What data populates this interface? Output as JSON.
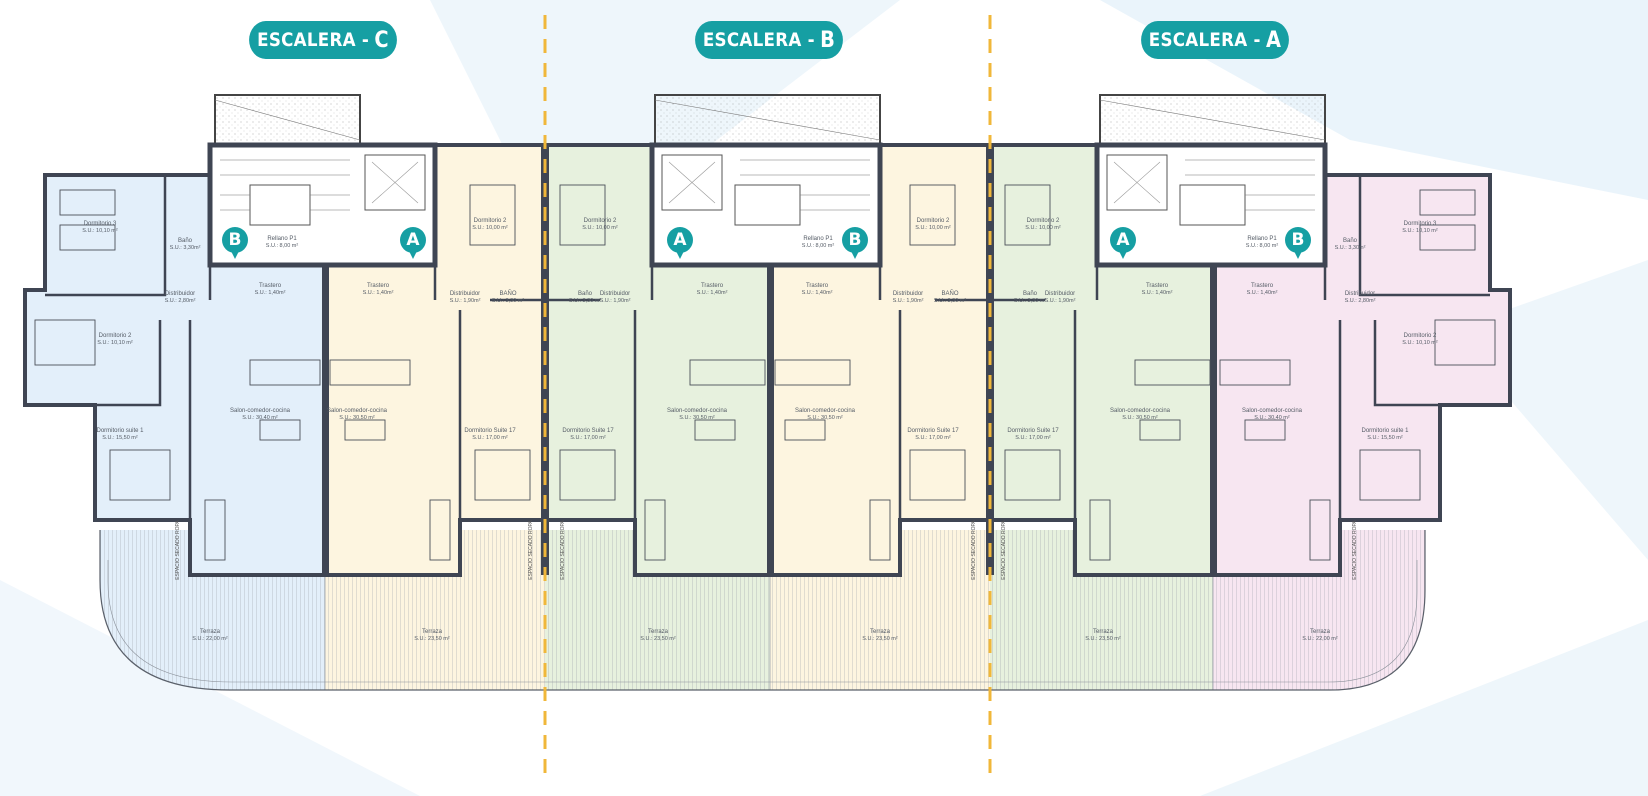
{
  "headers": [
    {
      "prefix": "ESCALERA -",
      "letter": "C"
    },
    {
      "prefix": "ESCALERA -",
      "letter": "B"
    },
    {
      "prefix": "ESCALERA -",
      "letter": "A"
    }
  ],
  "colors": {
    "blue": "#e3effa",
    "yellow": "#fdf5e0",
    "green": "#e7f1de",
    "pink": "#f7e6f1",
    "wall": "#3f4553",
    "accent": "#169fa3",
    "divider": "#f0b73a"
  },
  "cores": [
    {
      "label": "Rellano P1",
      "area": "S.U.: 8,00 m²",
      "markers": [
        "B",
        "A"
      ]
    },
    {
      "label": "Rellano P1",
      "area": "S.U.: 8,00 m²",
      "markers": [
        "A",
        "B"
      ]
    },
    {
      "label": "Rellano P1",
      "area": "S.U.: 8,00 m²",
      "markers": [
        "A",
        "B"
      ]
    }
  ],
  "drying_label": "ESPACIO SECADO ROPA",
  "units": [
    {
      "color": "blue",
      "rooms": [
        {
          "name": "Dormitorio 3",
          "area": "S.U.: 10,10 m²"
        },
        {
          "name": "Baño",
          "area": "S.U.: 3,30m²"
        },
        {
          "name": "Distribuidor",
          "area": "S.U.: 2,80m²"
        },
        {
          "name": "Dormitorio 2",
          "area": "S.U.: 10,10 m²"
        },
        {
          "name": "Dormitorio suite 1",
          "area": "S.U.: 15,50 m²"
        },
        {
          "name": "Trastero",
          "area": "S.U.: 1,40m²"
        },
        {
          "name": "Salon-comedor-cocina",
          "area": "S.U.: 30,40 m²"
        },
        {
          "name": "Terraza",
          "area": "S.U.: 22,00 m²"
        }
      ]
    },
    {
      "color": "yellow",
      "rooms": [
        {
          "name": "Trastero",
          "area": "S.U.: 1,40m²"
        },
        {
          "name": "Salon-comedor-cocina",
          "area": "S.U.: 30,50 m²"
        },
        {
          "name": "Distribuidor",
          "area": "S.U.: 1,90m²"
        },
        {
          "name": "BAÑO",
          "area": "S.U.: 3,30 m²"
        },
        {
          "name": "Dormitorio 2",
          "area": "S.U.: 10,00 m²"
        },
        {
          "name": "Dormitorio Suite 17",
          "area": "S.U.: 17,00 m²"
        },
        {
          "name": "Terraza",
          "area": "S.U.: 23,50 m²"
        }
      ]
    },
    {
      "color": "green",
      "rooms": [
        {
          "name": "Dormitorio 2",
          "area": "S.U.: 10,00 m²"
        },
        {
          "name": "Baño",
          "area": "S.U.: 3,30 m²"
        },
        {
          "name": "Distribuidor",
          "area": "S.U.: 1,90m²"
        },
        {
          "name": "Dormitorio Suite 17",
          "area": "S.U.: 17,00 m²"
        },
        {
          "name": "Trastero",
          "area": "S.U.: 1,40m²"
        },
        {
          "name": "Salon-comedor-cocina",
          "area": "S.U.: 30,50 m²"
        },
        {
          "name": "Terraza",
          "area": "S.U.: 23,50 m²"
        }
      ]
    },
    {
      "color": "yellow",
      "rooms": [
        {
          "name": "Trastero",
          "area": "S.U.: 1,40m²"
        },
        {
          "name": "Salon-comedor-cocina",
          "area": "S.U.: 30,50 m²"
        },
        {
          "name": "Distribuidor",
          "area": "S.U.: 1,90m²"
        },
        {
          "name": "BAÑO",
          "area": "S.U.: 3,30 m²"
        },
        {
          "name": "Dormitorio 2",
          "area": "S.U.: 10,00 m²"
        },
        {
          "name": "Dormitorio Suite 17",
          "area": "S.U.: 17,00 m²"
        },
        {
          "name": "Terraza",
          "area": "S.U.: 23,50 m²"
        }
      ]
    },
    {
      "color": "green",
      "rooms": [
        {
          "name": "Dormitorio 2",
          "area": "S.U.: 10,00 m²"
        },
        {
          "name": "Baño",
          "area": "S.U.: 3,30 m²"
        },
        {
          "name": "Distribuidor",
          "area": "S.U.: 1,90m²"
        },
        {
          "name": "Dormitorio Suite 17",
          "area": "S.U.: 17,00 m²"
        },
        {
          "name": "Trastero",
          "area": "S.U.: 1,40m²"
        },
        {
          "name": "Salon-comedor-cocina",
          "area": "S.U.: 30,50 m²"
        },
        {
          "name": "Terraza",
          "area": "S.U.: 23,50 m²"
        }
      ]
    },
    {
      "color": "pink",
      "rooms": [
        {
          "name": "Trastero",
          "area": "S.U.: 1,40m²"
        },
        {
          "name": "Salon-comedor-cocina",
          "area": "S.U.: 30,40 m²"
        },
        {
          "name": "Baño",
          "area": "S.U.: 3,30m²"
        },
        {
          "name": "Distribuidor",
          "area": "S.U.: 2,80m²"
        },
        {
          "name": "Dormitorio 3",
          "area": "S.U.: 10,10 m²"
        },
        {
          "name": "Dormitorio 2",
          "area": "S.U.: 10,10 m²"
        },
        {
          "name": "Dormitorio suite 1",
          "area": "S.U.: 15,50 m²"
        },
        {
          "name": "Terraza",
          "area": "S.U.: 22,00 m²"
        }
      ]
    }
  ]
}
